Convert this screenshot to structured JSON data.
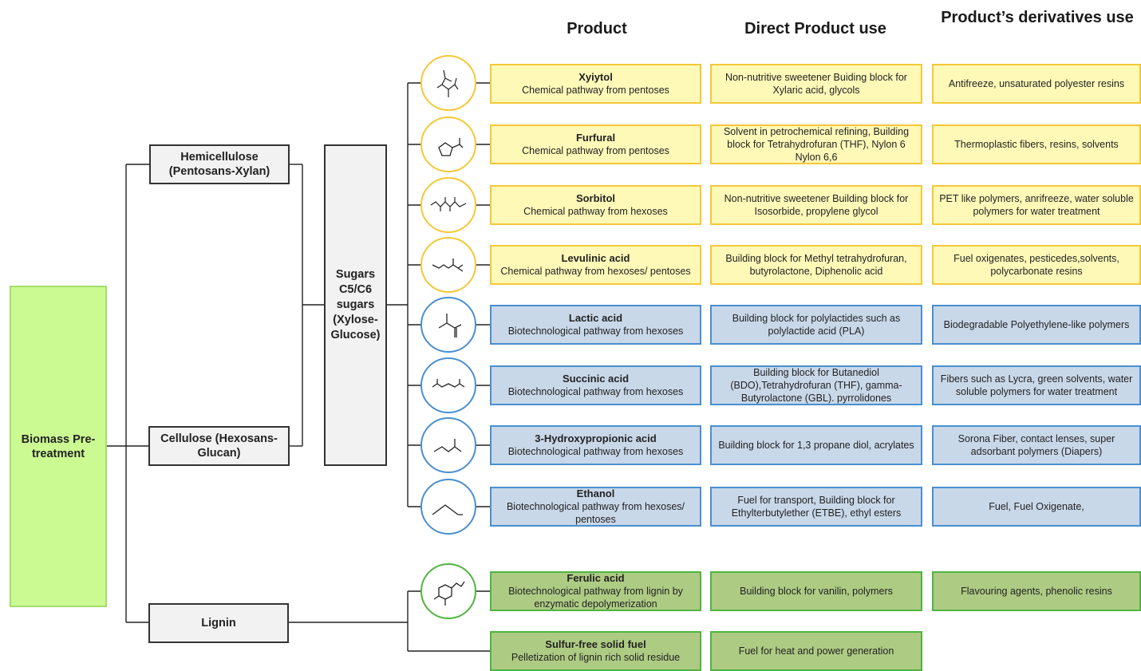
{
  "headers": {
    "product": "Product",
    "direct_use": "Direct Product use",
    "derivatives_use": "Product’s derivatives use"
  },
  "sources": {
    "biomass": "Biomass Pre-treatment",
    "hemicellulose": "Hemicellulose (Pentosans-Xylan)",
    "cellulose": "Cellulose (Hexosans-Glucan)",
    "lignin": "Lignin",
    "sugars": "Sugars C5/C6 sugars (Xylose- Glucose)"
  },
  "rows": [
    {
      "name": "Xyiytol",
      "pathway": "Chemical pathway from pentoses",
      "direct": "Non-nutritive sweetener Buiding block for Xylaric acid, glycols",
      "deriv": "Antifreeze, unsaturated polyester resins",
      "color": "yellow",
      "icon": "xylitol-molecule-icon"
    },
    {
      "name": "Furfural",
      "pathway": "Chemical pathway from pentoses",
      "direct": "Solvent in petrochemical refining, Building block for Tetrahydrofuran (THF), Nylon 6 Nylon 6,6",
      "deriv": "Thermoplastic fibers, resins, solvents",
      "color": "yellow",
      "icon": "furfural-molecule-icon"
    },
    {
      "name": "Sorbitol",
      "pathway": "Chemical pathway from hexoses",
      "direct": "Non-nutritive sweetener Building block for Isosorbide, propylene glycol",
      "deriv": "PET like polymers, anrifreeze, water soluble polymers for water treatment",
      "color": "yellow",
      "icon": "sorbitol-molecule-icon"
    },
    {
      "name": "Levulinic acid",
      "pathway": "Chemical pathway from hexoses/ pentoses",
      "direct": "Building block for Methyl tetrahydrofuran, butyrolactone, Diphenolic acid",
      "deriv": "Fuel oxigenates, pesticedes,solvents, polycarbonate resins",
      "color": "yellow",
      "icon": "levulinic-acid-molecule-icon"
    },
    {
      "name": "Lactic acid",
      "pathway": "Biotechnological pathway from hexoses",
      "direct": "Building block for polylactides such as polylactide acid (PLA)",
      "deriv": "Biodegradable Polyethylene-like polymers",
      "color": "blue",
      "icon": "lactic-acid-molecule-icon"
    },
    {
      "name": "Succinic acid",
      "pathway": "Biotechnological pathway from hexoses",
      "direct": "Building block for Butanediol (BDO),Tetrahydrofuran (THF), gamma-Butyrolactone (GBL). pyrrolidones",
      "deriv": "Fibers such as Lycra, green solvents, water soluble polymers for water treatment",
      "color": "blue",
      "icon": "succinic-acid-molecule-icon"
    },
    {
      "name": "3-Hydroxypropionic acid",
      "pathway": "Biotechnological pathway from hexoses",
      "direct": "Building block for 1,3 propane diol, acrylates",
      "deriv": "Sorona Fiber, contact lenses, super adsorbant polymers (Diapers)",
      "color": "blue",
      "icon": "hydroxypropionic-acid-molecule-icon"
    },
    {
      "name": "Ethanol",
      "pathway": "Biotechnological pathway from hexoses/ pentoses",
      "direct": "Fuel for transport, Building block for Ethylterbutylether (ETBE), ethyl esters",
      "deriv": "Fuel, Fuel Oxigenate,",
      "color": "blue",
      "icon": "ethanol-molecule-icon"
    },
    {
      "name": "Ferulic acid",
      "pathway": "Biotechnological pathway from lignin by enzymatic depolymerization",
      "direct": "Building block for vanilin, polymers",
      "deriv": "Flavouring agents, phenolic resins",
      "color": "olive",
      "icon": "ferulic-acid-molecule-icon"
    },
    {
      "name": "Sulfur-free solid fuel",
      "pathway": "Pelletization of lignin rich solid residue",
      "direct": "Fuel for heat and power generation",
      "deriv": "",
      "color": "olive",
      "icon": ""
    }
  ],
  "colors": {
    "yellow_fill": "#fff9b8",
    "yellow_border": "#f4c837",
    "blue_fill": "#c9d8e9",
    "blue_border": "#4a8fd0",
    "olive_fill": "#aecb84",
    "olive_border": "#50b440",
    "biomass_fill": "#ccfa92",
    "source_fill": "#f2f2f2"
  }
}
